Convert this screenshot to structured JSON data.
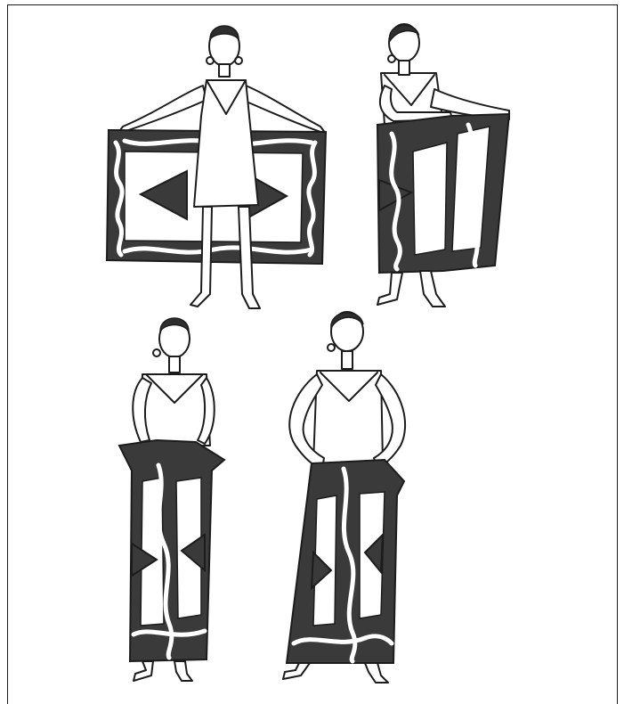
{
  "illustration": {
    "subject": "",
    "panels": [
      {
        "id": "step-1"
      },
      {
        "id": "step-2"
      },
      {
        "id": "step-3"
      },
      {
        "id": "step-4"
      }
    ]
  },
  "colors": {
    "ink": "#1c1c1c",
    "cloth": "#3a3a3a",
    "hair": "#2e2e2e",
    "paper": "#ffffff",
    "frame": "#1a1a1a"
  }
}
